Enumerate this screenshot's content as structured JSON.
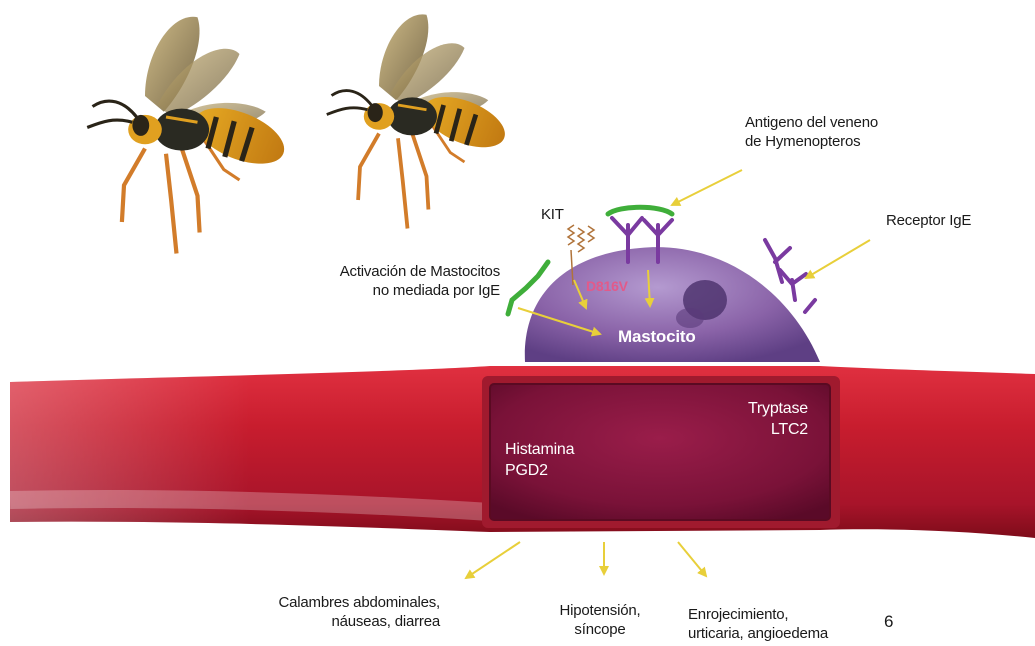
{
  "colors": {
    "vessel": "#c41a2c",
    "vessel_dark": "#8e0d1c",
    "lumen": "#7a1238",
    "mast_cell": "#8a63a8",
    "receptor": "#7a3aa0",
    "antigen": "#3fae3a",
    "arrow": "#e8cf3a",
    "wasp_body": "#e0a020"
  },
  "labels": {
    "antigen": [
      "Antigeno del veneno",
      "de Hymenopteros"
    ],
    "receptor": "Receptor IgE",
    "kit": "KIT",
    "mutation": "D816V",
    "non_ige": [
      "Activación de Mastocitos",
      "no mediada por IgE"
    ],
    "mast_cell": "Mastocito",
    "left_mediators": [
      "Histamina",
      "PGD2"
    ],
    "right_mediators": [
      "Tryptase",
      "LTC2"
    ],
    "effect_gi": [
      "Calambres abdominales,",
      "náuseas, diarrea"
    ],
    "effect_bp": [
      "Hipotensión,",
      "síncope"
    ],
    "effect_skin": [
      "Enrojecimiento,",
      "urticaria, angioedema"
    ],
    "page_number": "6"
  },
  "icons": [
    "wasp-icon",
    "wasp-icon",
    "ige-receptor-icon",
    "antigen-icon",
    "kit-receptor-icon"
  ]
}
